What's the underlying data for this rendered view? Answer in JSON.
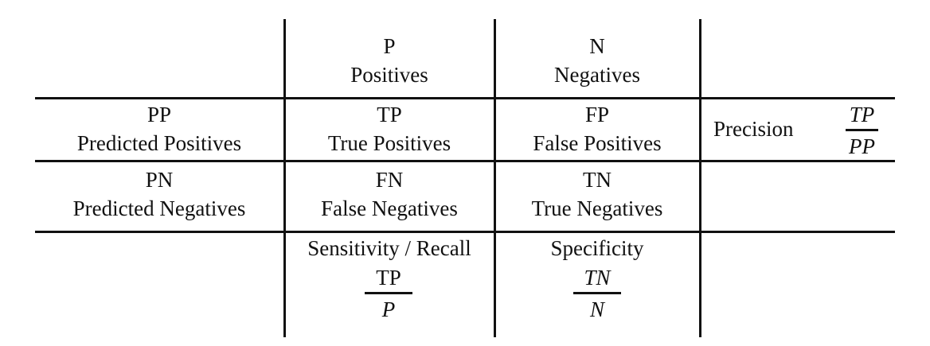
{
  "header": {
    "col_p": {
      "abbr": "P",
      "label": "Positives"
    },
    "col_n": {
      "abbr": "N",
      "label": "Negatives"
    }
  },
  "rows": {
    "pp": {
      "abbr": "PP",
      "label": "Predicted Positives"
    },
    "pn": {
      "abbr": "PN",
      "label": "Predicted Negatives"
    }
  },
  "cells": {
    "tp": {
      "abbr": "TP",
      "label": "True Positives"
    },
    "fp": {
      "abbr": "FP",
      "label": "False Positives"
    },
    "fn": {
      "abbr": "FN",
      "label": "False Negatives"
    },
    "tn": {
      "abbr": "TN",
      "label": "True Negatives"
    }
  },
  "precision": {
    "label": "Precision",
    "numerator": "TP",
    "denominator": "PP"
  },
  "sensitivity": {
    "label": "Sensitivity / Recall",
    "numerator": "TP",
    "denominator": "P"
  },
  "specificity": {
    "label": "Specificity",
    "numerator": "TN",
    "denominator": "N"
  }
}
